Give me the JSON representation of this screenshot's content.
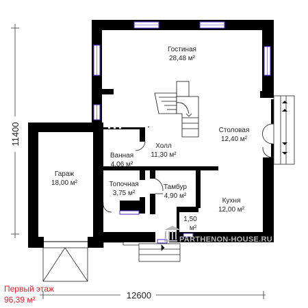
{
  "rooms": {
    "living": {
      "name": "Гостиная",
      "area": "28,48 м²"
    },
    "dining": {
      "name": "Столовая",
      "area": "12,40 м²"
    },
    "hall": {
      "name": "Холл",
      "area": "11,30 м²"
    },
    "bath": {
      "name": "Ванная",
      "area": "4,06 м²"
    },
    "garage": {
      "name": "Гараж",
      "area": "18,00 м²"
    },
    "boiler": {
      "name": "Топочная",
      "area": "3,75 м²"
    },
    "vestibule": {
      "name": "Тамбур",
      "area": "4,90 м²"
    },
    "kitchen": {
      "name": "Кухня",
      "area": "12,00 м²"
    },
    "closet": {
      "area_line1": "1,50",
      "area_line2": "м²"
    }
  },
  "dimensions": {
    "height": "11400",
    "width": "12600"
  },
  "caption": {
    "floor": "Первый этаж",
    "total_area": "96,39 м²"
  },
  "watermark": "PARTHENON-HOUSE.RU",
  "colors": {
    "wall": "#000000",
    "window": "#5a35c8",
    "caption": "#e0202a",
    "watermark": "#b9b9b9"
  }
}
